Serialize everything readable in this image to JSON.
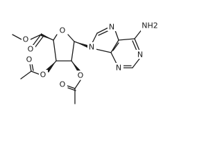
{
  "atoms": {
    "ring_oxygen": "O",
    "ester_carbonyl_oxygen": "O",
    "ester_methoxy_oxygen": "O",
    "acetoxy_3_oxygen": "O",
    "acetoxy_3_carbonyl_oxygen": "O",
    "acetoxy_2_oxygen": "O",
    "acetoxy_2_carbonyl_oxygen": "O",
    "n9": "N",
    "n7": "N",
    "n3": "N",
    "n1": "N",
    "amino": "NH2"
  }
}
